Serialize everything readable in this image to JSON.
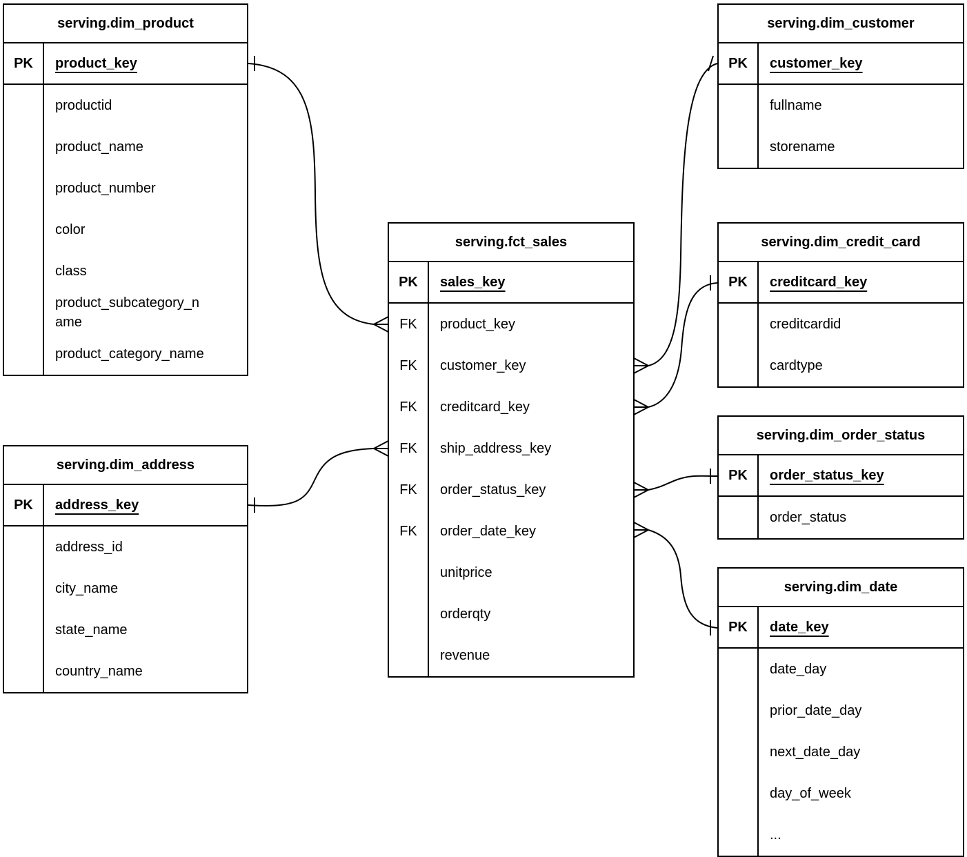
{
  "diagram": {
    "colors": {
      "line": "#000000",
      "background": "#ffffff",
      "text": "#000000"
    },
    "tables": [
      {
        "id": "dim_product",
        "title": "serving.dim_product",
        "pk": {
          "badge": "PK",
          "name": "product_key"
        },
        "fields": [
          {
            "badge": "",
            "name": "productid"
          },
          {
            "badge": "",
            "name": "product_name"
          },
          {
            "badge": "",
            "name": "product_number"
          },
          {
            "badge": "",
            "name": "color"
          },
          {
            "badge": "",
            "name": "class"
          },
          {
            "badge": "",
            "name": "product_subcategory_name"
          },
          {
            "badge": "",
            "name": "product_category_name"
          }
        ]
      },
      {
        "id": "dim_address",
        "title": "serving.dim_address",
        "pk": {
          "badge": "PK",
          "name": "address_key"
        },
        "fields": [
          {
            "badge": "",
            "name": "address_id"
          },
          {
            "badge": "",
            "name": "city_name"
          },
          {
            "badge": "",
            "name": "state_name"
          },
          {
            "badge": "",
            "name": "country_name"
          }
        ]
      },
      {
        "id": "fct_sales",
        "title": "serving.fct_sales",
        "pk": {
          "badge": "PK",
          "name": "sales_key"
        },
        "fields": [
          {
            "badge": "FK",
            "name": "product_key"
          },
          {
            "badge": "FK",
            "name": "customer_key"
          },
          {
            "badge": "FK",
            "name": "creditcard_key"
          },
          {
            "badge": "FK",
            "name": "ship_address_key"
          },
          {
            "badge": "FK",
            "name": "order_status_key"
          },
          {
            "badge": "FK",
            "name": "order_date_key"
          },
          {
            "badge": "",
            "name": "unitprice"
          },
          {
            "badge": "",
            "name": "orderqty"
          },
          {
            "badge": "",
            "name": "revenue"
          }
        ]
      },
      {
        "id": "dim_customer",
        "title": "serving.dim_customer",
        "pk": {
          "badge": "PK",
          "name": "customer_key"
        },
        "fields": [
          {
            "badge": "",
            "name": "fullname"
          },
          {
            "badge": "",
            "name": "storename"
          }
        ]
      },
      {
        "id": "dim_credit_card",
        "title": "serving.dim_credit_card",
        "pk": {
          "badge": "PK",
          "name": "creditcard_key"
        },
        "fields": [
          {
            "badge": "",
            "name": "creditcardid"
          },
          {
            "badge": "",
            "name": "cardtype"
          }
        ]
      },
      {
        "id": "dim_order_status",
        "title": "serving.dim_order_status",
        "pk": {
          "badge": "PK",
          "name": "order_status_key"
        },
        "fields": [
          {
            "badge": "",
            "name": "order_status"
          }
        ]
      },
      {
        "id": "dim_date",
        "title": "serving.dim_date",
        "pk": {
          "badge": "PK",
          "name": "date_key"
        },
        "fields": [
          {
            "badge": "",
            "name": "date_day"
          },
          {
            "badge": "",
            "name": "prior_date_day"
          },
          {
            "badge": "",
            "name": "next_date_day"
          },
          {
            "badge": "",
            "name": "day_of_week"
          },
          {
            "badge": "",
            "name": "..."
          }
        ]
      }
    ],
    "relationships": [
      {
        "one": "serving.dim_product.product_key",
        "many": "serving.fct_sales.product_key",
        "notation": "one-to-many"
      },
      {
        "one": "serving.dim_address.address_key",
        "many": "serving.fct_sales.ship_address_key",
        "notation": "one-to-many"
      },
      {
        "one": "serving.dim_customer.customer_key",
        "many": "serving.fct_sales.customer_key",
        "notation": "one-to-many"
      },
      {
        "one": "serving.dim_credit_card.creditcard_key",
        "many": "serving.fct_sales.creditcard_key",
        "notation": "one-to-many"
      },
      {
        "one": "serving.dim_order_status.order_status_key",
        "many": "serving.fct_sales.order_status_key",
        "notation": "one-to-many"
      },
      {
        "one": "serving.dim_date.date_key",
        "many": "serving.fct_sales.order_date_key",
        "notation": "one-to-many"
      }
    ]
  }
}
